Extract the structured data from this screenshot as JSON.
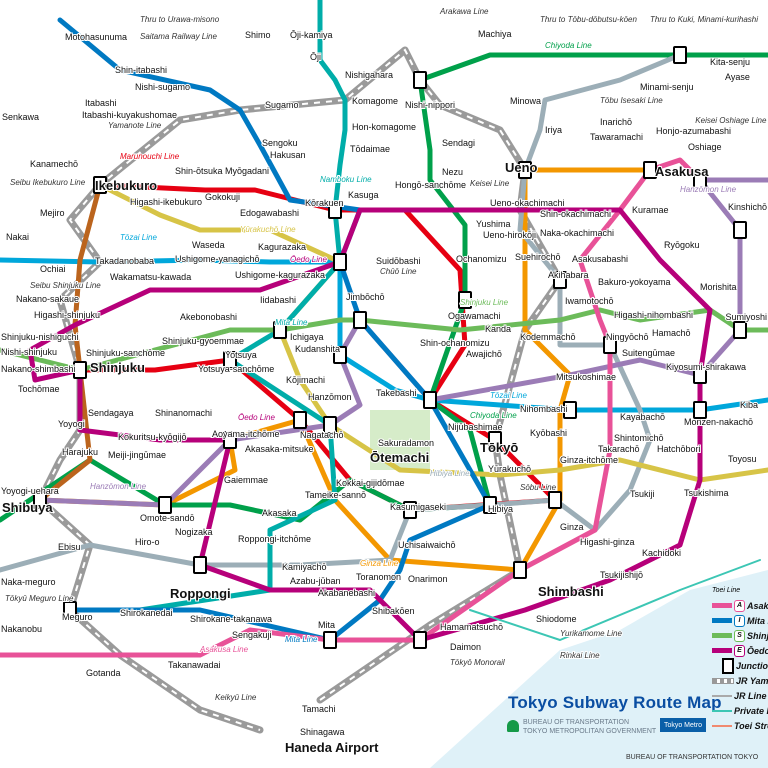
{
  "title": "Tokyo Subway Route Map",
  "bureau": [
    "BUREAU OF TRANSPORTATION",
    "TOKYO METROPOLITAN GOVERNMENT"
  ],
  "metro_badge": "Tokyo Metro",
  "footer": "BUREAU OF TRANSPORTATION TOKYO",
  "colors": {
    "ginza": "#f39700",
    "marunouchi": "#e60012",
    "hibiya": "#9caeb7",
    "tozai": "#00a7db",
    "chiyoda": "#00a04a",
    "yurakucho": "#d7c447",
    "hanzomon": "#9b7cb6",
    "namboku": "#00ada9",
    "fukutoshin": "#bb641d",
    "asakusa": "#e85298",
    "mita": "#0079c2",
    "shinjuku": "#6cbb5a",
    "oedo": "#b6007a",
    "jr": "#9a9a9a",
    "private": "#3cc6b4",
    "water": "#dff1f8"
  },
  "line_labels": [
    "Thru to Urawa-misono",
    "Saitama Railway Line",
    "Arakawa Line",
    "Thru to Tōbu-dōbutsu-kōen",
    "Thru to Kuki, Minami-kurihashi",
    "Chiyoda Line",
    "Keisei Line",
    "Tōbu Isesaki Line",
    "Keisei Oshiage Line",
    "Hanzōmon Line",
    "Marunouchi Line",
    "Yūrakuchō Line",
    "Ōedo Line",
    "Tōzai Line",
    "Chūō Line",
    "Shinjuku Line",
    "Hibiya Line",
    "Tōzai Line",
    "Ginza Line",
    "Asakusa Line",
    "Mita Line",
    "Yurikamome Line",
    "Rinkai Line",
    "Tōkyō Monorail",
    "Keikyū Line",
    "Tōkyū Meguro Line",
    "Seibu Ikebukuro Line",
    "Seibu Shinjuku Line",
    "Yamanote Line",
    "Namboku Line",
    "Mita Line",
    "Ōedo Line",
    "Hanzōmon Line",
    "Chiyoda Line",
    "Sōbu Line"
  ],
  "stations": [
    "Ikebukuro",
    "Shinjuku",
    "Shibuya",
    "Roppongi",
    "Ueno",
    "Asakusa",
    "Ōtemachi",
    "Tōkyō",
    "Shimbashi",
    "Ginza",
    "Akihabara",
    "Kanda",
    "Iidabashi",
    "Kōrakuen",
    "Kasuga",
    "Hongō-sanchōme",
    "Ochanomizu",
    "Awajichō",
    "Jimbōchō",
    "Kudanshita",
    "Takebashi",
    "Suidōbashi",
    "Ichigaya",
    "Yotsuya",
    "Kōjimachi",
    "Nagatachō",
    "Hanzōmon",
    "Akasaka-mitsuke",
    "Kokkai-gijidōmae",
    "Tameike-sannō",
    "Kasumigaseki",
    "Hibiya",
    "Yūrakuchō",
    "Sakuradamon",
    "Nijūbashimae",
    "Kyōbashi",
    "Nihombashi",
    "Mitsukoshimae",
    "Kayabachō",
    "Hatchōbori",
    "Takarachō",
    "Ningyōchō",
    "Kodemmachō",
    "Suitengūmae",
    "Kiyosumi-shirakawa",
    "Monzen-nakachō",
    "Kiba",
    "Tsukishima",
    "Toyosu",
    "Kachidoki",
    "Tsukijishijō",
    "Tsukiji",
    "Shintomichō",
    "Higashi-ginza",
    "Ginza-itchōme",
    "Shiodome",
    "Uchisaiwaichō",
    "Toranomon",
    "Onarimon",
    "Shibakōen",
    "Daimon",
    "Hamamatsuchō",
    "Akabanebashi",
    "Kamiyachō",
    "Azabu-jūban",
    "Roppongi-itchōme",
    "Mita",
    "Tamachi",
    "Sengakuji",
    "Takanawadai",
    "Gotanda",
    "Meguro",
    "Shirokanedai",
    "Shirokane-takanawa",
    "Ebisu",
    "Hiro-o",
    "Nogizaka",
    "Akasaka",
    "Omote-sandō",
    "Gaiemmae",
    "Aoyama-itchōme",
    "Meiji-jingūmae",
    "Harajuku",
    "Yoyogi",
    "Kokuritsu-kyōgijō",
    "Sendagaya",
    "Shinanomachi",
    "Shinjuku-gyoemmae",
    "Shinjuku-sanchōme",
    "Yotsuya-sanchōme",
    "Akebonobashi",
    "Higashi-shinjuku",
    "Wakamatsu-kawada",
    "Ushigome-yanagichō",
    "Ushigome-kagurazaka",
    "Kagurazaka",
    "Waseda",
    "Takadanobaba",
    "Ochiai",
    "Mejiro",
    "Edogawabashi",
    "Gokokuji",
    "Higashi-ikebukuro",
    "Shin-ōtsuka",
    "Myōgadani",
    "Hakusan",
    "Sengoku",
    "Sugamo",
    "Nishi-sugamo",
    "Shin-itabashi",
    "Itabashi",
    "Itabashi-kuyakushomae",
    "Kanamechō",
    "Senkawa",
    "Motohasunuma",
    "Shimo",
    "Ōji-kamiya",
    "Ōji",
    "Nishigahara",
    "Komagome",
    "Hon-komagome",
    "Tōdaimae",
    "Nishi-nippori",
    "Sendagi",
    "Nezu",
    "Yushima",
    "Ueno-okachimachi",
    "Ueno-hirokōji",
    "Naka-okachimachi",
    "Shin-okachimachi",
    "Suehirochō",
    "Iriya",
    "Minowa",
    "Minami-senju",
    "Kita-senju",
    "Machiya",
    "Ayase",
    "Tawaramachi",
    "Inarichō",
    "Kuramae",
    "Asakusabashi",
    "Bakuro-yokoyama",
    "Higashi-nihombashi",
    "Hamachō",
    "Morishita",
    "Ryōgoku",
    "Kinshichō",
    "Oshiage",
    "Honjo-azumabashi",
    "Sumiyoshi",
    "Ogawamachi",
    "Shin-ochanomizu",
    "Iwamotochō",
    "Tochōmae",
    "Shinjuku-nishiguchi",
    "Nakai",
    "Nakano-sakaue",
    "Nishi-shinjuku",
    "Nakano-shimbashi",
    "Yoyogi-uehara",
    "Naka-meguro",
    "Nakanobu",
    "Shinagawa",
    "Haneda Airport"
  ],
  "legend": {
    "caption": "Toei Line",
    "items": [
      {
        "badge": "A",
        "label": "Asakusa Line"
      },
      {
        "badge": "I",
        "label": "Mita Line"
      },
      {
        "badge": "S",
        "label": "Shinjuku Line"
      },
      {
        "badge": "E",
        "label": "Ōedo Line"
      },
      {
        "badge": "",
        "label": "Junction"
      },
      {
        "badge": "",
        "label": "JR Yamanote Line"
      },
      {
        "badge": "",
        "label": "JR Line"
      },
      {
        "badge": "",
        "label": "Private Line"
      },
      {
        "badge": "",
        "label": "Toei Streetcar Arakawa Line"
      }
    ]
  }
}
